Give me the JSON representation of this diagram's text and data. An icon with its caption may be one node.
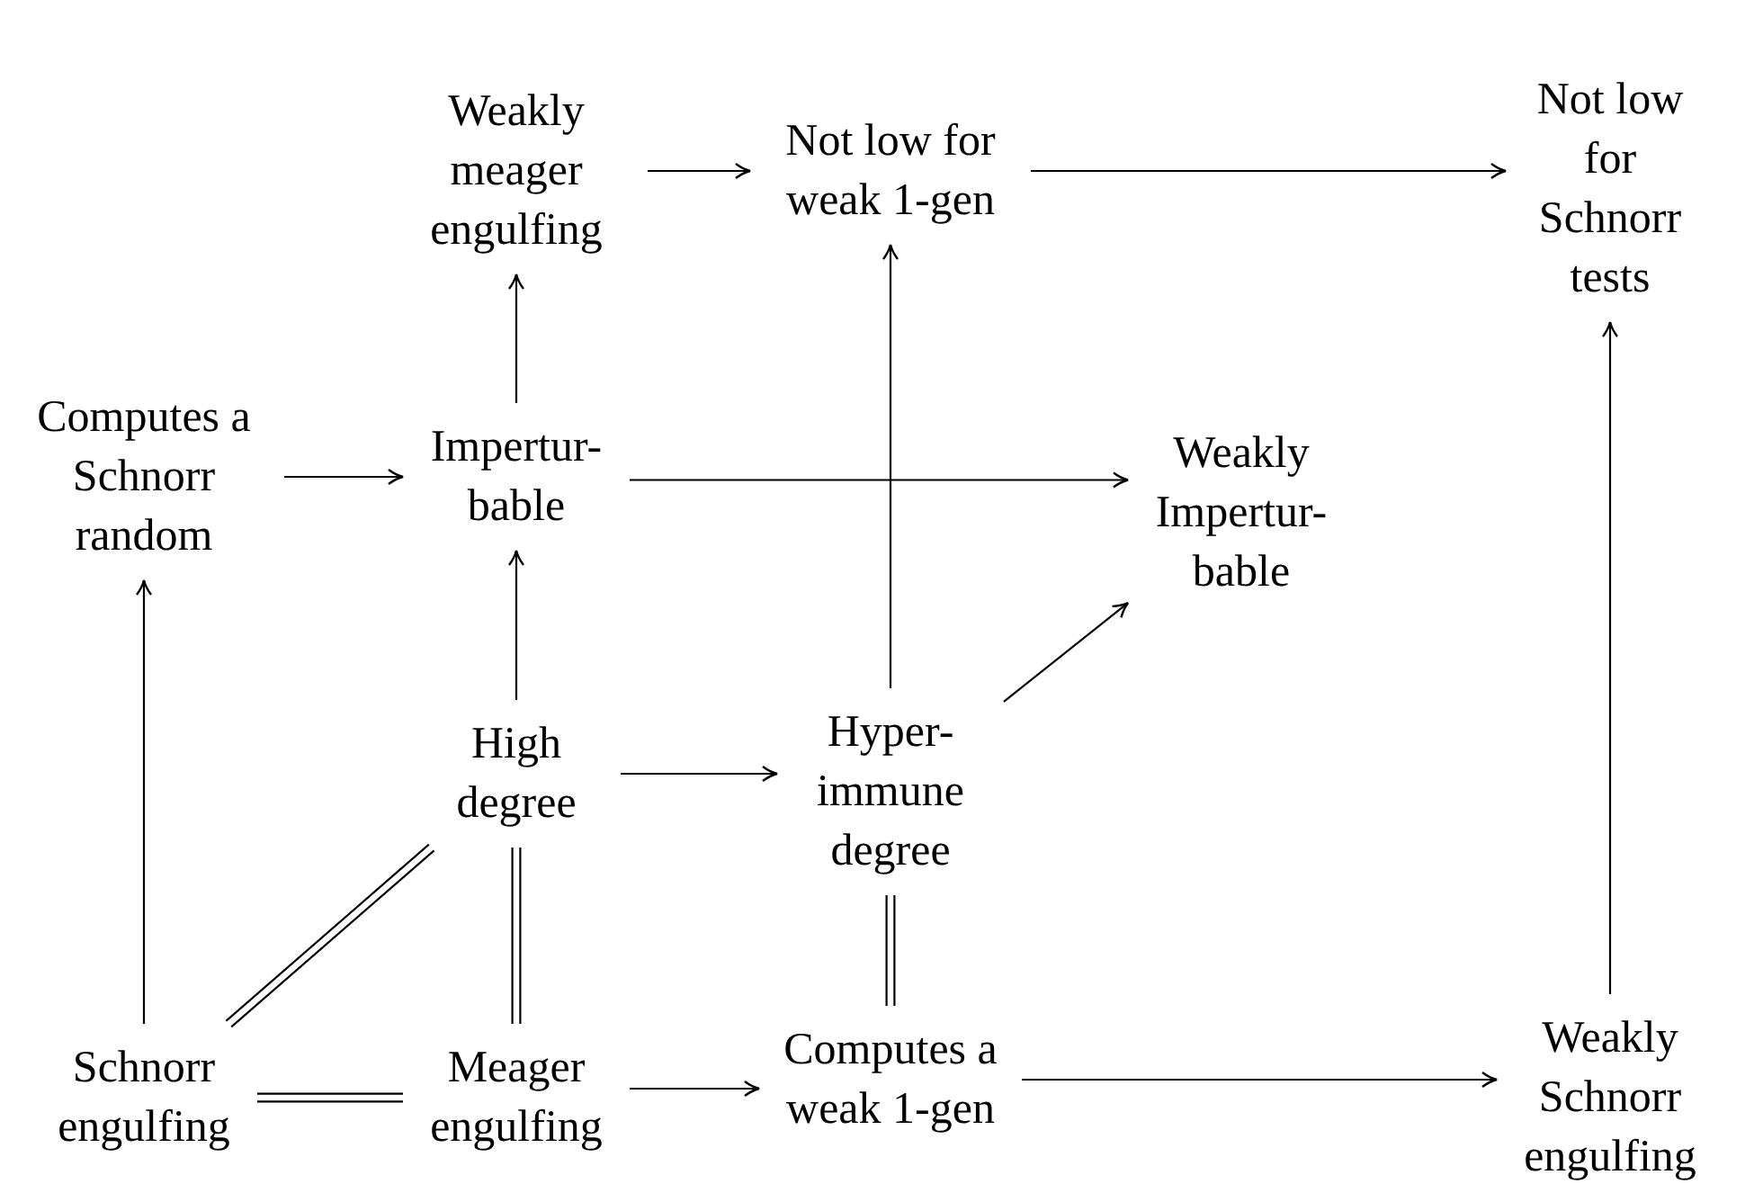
{
  "diagram": {
    "nodes": [
      {
        "text": [
          "Weakly meager engulfing"
        ]
      },
      {
        "text": [
          "Not low for weak 1-gen"
        ]
      },
      {
        "text": [
          "Not low for Schnorr tests"
        ]
      },
      {
        "text": [
          "Computes a Schnorr random"
        ]
      },
      {
        "text": [
          "Impertur- bable"
        ]
      },
      {
        "text": [
          "Weakly Impertur- bable"
        ]
      },
      {
        "text": [
          "High degree"
        ]
      },
      {
        "text": [
          "Hyper- immune degree"
        ]
      },
      {
        "text": [
          "Schnorr engulfing"
        ]
      },
      {
        "text": [
          "Meager engulfing"
        ]
      },
      {
        "text": [
          "Computes a weak 1-gen"
        ]
      },
      {
        "text": [
          "Weakly Schnorr engulfing"
        ]
      }
    ],
    "edges": [
      {
        "from": 0,
        "to": 1,
        "arrow": "to"
      },
      {
        "from": 1,
        "to": 2,
        "arrow": "to"
      },
      {
        "from": 4,
        "to": 0,
        "arrow": "to"
      },
      {
        "from": 3,
        "to": 4,
        "arrow": "to"
      },
      {
        "from": 4,
        "to": 5,
        "arrow": "to"
      },
      {
        "from": 7,
        "to": 1,
        "arrow": "to"
      },
      {
        "from": 7,
        "to": 5,
        "arrow": "to"
      },
      {
        "from": 6,
        "to": 4,
        "arrow": "to"
      },
      {
        "from": 6,
        "to": 7,
        "arrow": "to"
      },
      {
        "from": 8,
        "to": 3,
        "arrow": "to"
      },
      {
        "from": 8,
        "to": 6,
        "arrow": "none"
      },
      {
        "from": 6,
        "to": 9,
        "arrow": "none"
      },
      {
        "from": 7,
        "to": 10,
        "arrow": "none"
      },
      {
        "from": 8,
        "to": 9,
        "arrow": "none"
      },
      {
        "from": 9,
        "to": 10,
        "arrow": "to"
      },
      {
        "from": 10,
        "to": 11,
        "arrow": "to"
      },
      {
        "from": 11,
        "to": 2,
        "arrow": "to"
      }
    ]
  }
}
